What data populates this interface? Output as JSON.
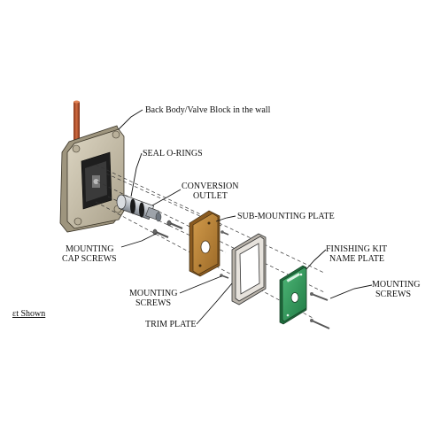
{
  "labels": {
    "back_body": "Back Body/Valve Block in the wall",
    "seal_orings": "SEAL O-RINGS",
    "conversion_outlet_1": "CONVERSION",
    "conversion_outlet_2": "OUTLET",
    "sub_mounting_plate": "SUB-MOUNTING PLATE",
    "finishing_kit_1": "FINISHING KIT",
    "finishing_kit_2": "NAME PLATE",
    "mounting_cap_screws_1": "MOUNTING",
    "mounting_cap_screws_2": "CAP SCREWS",
    "mounting_screws_left_1": "MOUNTING",
    "mounting_screws_left_2": "SCREWS",
    "mounting_screws_right_1": "MOUNTING",
    "mounting_screws_right_2": "SCREWS",
    "trim_plate": "TRIM PLATE",
    "edge_fragment": "ɛt Shown"
  },
  "colors": {
    "back_body": "#c9c1ad",
    "pipe": "#b5532f",
    "sub_plate": "#c08a3e",
    "name_plate": "#2f9a5a",
    "trim": "#d8d3cc",
    "outlet": "#c9ccd1"
  }
}
